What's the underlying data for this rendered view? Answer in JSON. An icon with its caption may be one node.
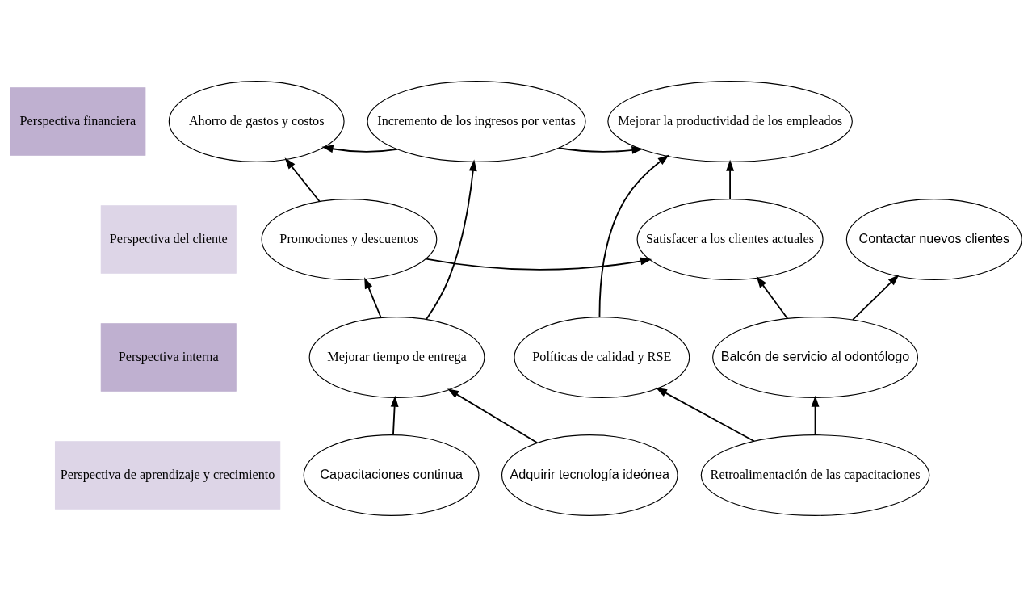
{
  "diagram": {
    "nodes": [
      {
        "text": [
          "Perspectiva financiera"
        ]
      },
      {
        "text": [
          "Perspectiva del cliente"
        ]
      },
      {
        "text": [
          "Perspectiva interna"
        ]
      },
      {
        "text": [
          "Perspectiva de aprendizaje y crecimiento"
        ]
      },
      {
        "text": [
          "Ahorro de gastos y costos"
        ]
      },
      {
        "text": [
          "Incremento de los ingresos por ventas"
        ]
      },
      {
        "text": [
          "Mejorar la productividad de los empleados"
        ]
      },
      {
        "text": [
          "Promociones y descuentos"
        ]
      },
      {
        "text": [
          "Satisfacer a los clientes actuales"
        ]
      },
      {
        "text": [
          "Contactar nuevos clientes"
        ]
      },
      {
        "text": [
          "Mejorar tiempo de entrega"
        ]
      },
      {
        "text": [
          "Políticas de calidad y RSE"
        ]
      },
      {
        "text": [
          "Balcón de servicio al odontólogo"
        ]
      },
      {
        "text": [
          "Capacitaciones continua"
        ]
      },
      {
        "text": [
          "Adquirir tecnología ideónea"
        ]
      },
      {
        "text": [
          "Retroalimentación de las capacitaciones"
        ]
      }
    ],
    "edges": [
      {
        "from": 5,
        "to": 4,
        "arrow": "to"
      },
      {
        "from": 5,
        "to": 6,
        "arrow": "to"
      },
      {
        "from": 7,
        "to": 4,
        "arrow": "to"
      },
      {
        "from": 7,
        "to": 8,
        "arrow": "to"
      },
      {
        "from": 8,
        "to": 6,
        "arrow": "to"
      },
      {
        "from": 10,
        "to": 7,
        "arrow": "to"
      },
      {
        "from": 10,
        "to": 5,
        "arrow": "to"
      },
      {
        "from": 11,
        "to": 6,
        "arrow": "to"
      },
      {
        "from": 12,
        "to": 8,
        "arrow": "to"
      },
      {
        "from": 12,
        "to": 9,
        "arrow": "to"
      },
      {
        "from": 13,
        "to": 10,
        "arrow": "to"
      },
      {
        "from": 14,
        "to": 10,
        "arrow": "to"
      },
      {
        "from": 15,
        "to": 11,
        "arrow": "to"
      },
      {
        "from": 15,
        "to": 12,
        "arrow": "to"
      }
    ]
  }
}
